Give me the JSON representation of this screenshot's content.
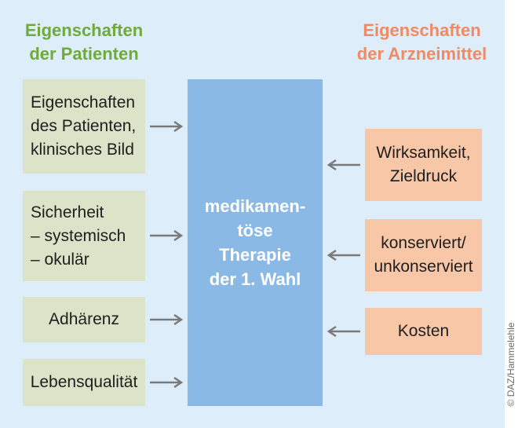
{
  "headings": {
    "patients": "Eigenschaften\nder Patienten",
    "drugs": "Eigenschaften\nder Arzneimittel"
  },
  "patient_factors": [
    "Eigenschaften\ndes Patienten,\nklinisches Bild",
    "Sicherheit\n– systemisch\n– okulär",
    "Adhärenz",
    "Lebensqualität"
  ],
  "drug_factors": [
    "Wirksamkeit,\nZieldruck",
    "konserviert/\nunkonserviert",
    "Kosten"
  ],
  "center": "medikamen-\ntöse\nTherapie\nder 1. Wahl",
  "credit": "© DAZ/Hammelehle",
  "colors": {
    "background": "#ddeefa",
    "patient_heading": "#6faa3a",
    "drug_heading": "#f08a64",
    "patient_box": "#dbe4c9",
    "drug_box": "#f8c7a8",
    "center_box": "#8ab9e6",
    "arrow": "#7a7a7a"
  }
}
